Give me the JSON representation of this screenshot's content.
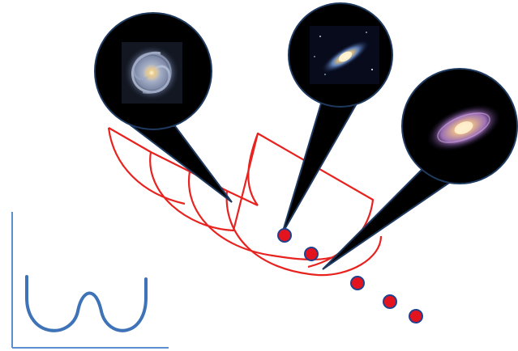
{
  "diagram": {
    "title": "",
    "labels": []
  },
  "colors": {
    "background": "#ffffff",
    "well_stroke": "#e8231f",
    "bubble_fill": "#000000",
    "bubble_edge": "#1f3a5f",
    "ball_fill": "#e4141e",
    "ball_edge": "#21418f",
    "potential_curve": "#3f73b8",
    "axis": "#5b8fd0"
  },
  "galaxies": [
    {
      "name": "face-on-spiral-galaxy",
      "kind": "spiral-face-on"
    },
    {
      "name": "edge-tilted-spiral-galaxy",
      "kind": "spiral-tilted"
    },
    {
      "name": "purple-spiral-galaxy",
      "kind": "spiral-oblique"
    }
  ],
  "vacuum_count_shown": 3,
  "ellipsis_dots": 5
}
